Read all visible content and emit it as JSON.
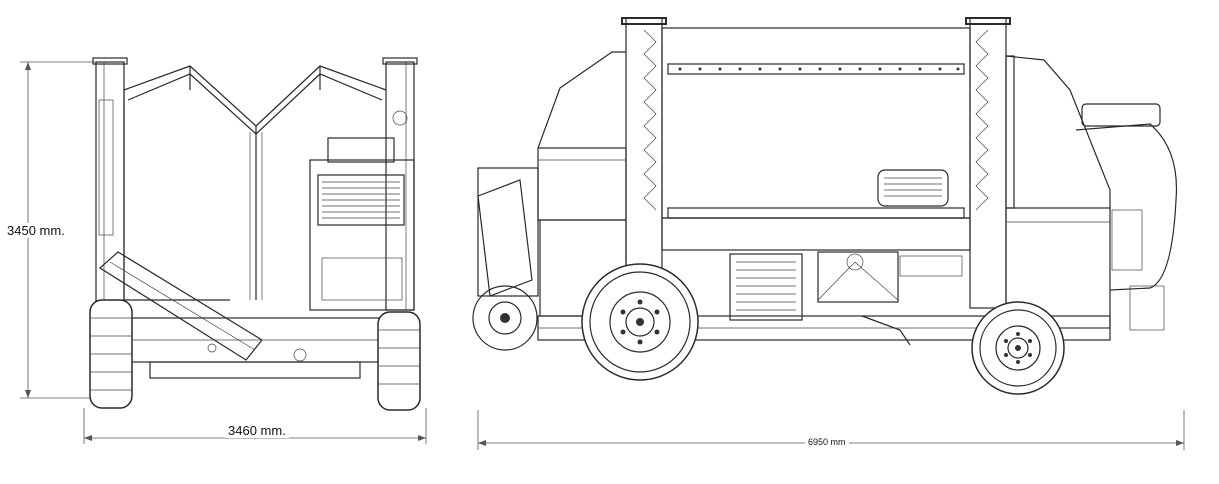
{
  "dimensions": {
    "front_height": "3450 mm.",
    "front_width": "3460 mm.",
    "side_length": "6950 mm"
  },
  "colors": {
    "line": "#2a2a2a",
    "background": "#ffffff"
  }
}
